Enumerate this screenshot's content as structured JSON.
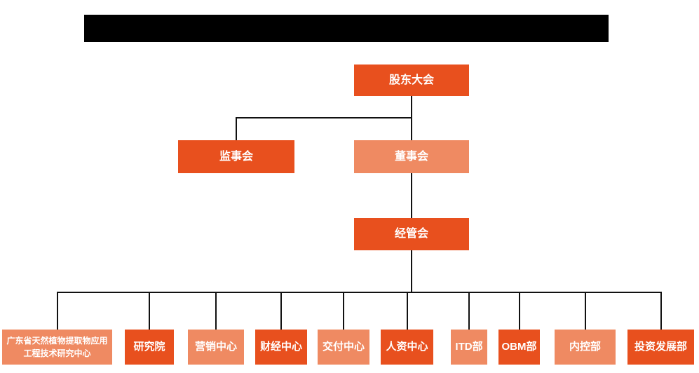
{
  "colors": {
    "primary_orange": "#E8501E",
    "secondary_orange": "#EF8A62",
    "connector_black": "#111111",
    "redacted_bar_black": "#000000",
    "background_white": "#FFFFFF",
    "box_text_white": "#FFFFFF"
  },
  "org_chart": {
    "shareholders": {
      "label": "股东大会",
      "variant": "primary"
    },
    "supervisory": {
      "label": "监事会",
      "variant": "primary"
    },
    "board": {
      "label": "董事会",
      "variant": "secondary"
    },
    "management": {
      "label": "经管会",
      "variant": "primary"
    },
    "departments": [
      {
        "label": "广东省天然植物提取物应用工程技术研究中心",
        "variant": "secondary"
      },
      {
        "label": "研究院",
        "variant": "primary"
      },
      {
        "label": "营销中心",
        "variant": "secondary"
      },
      {
        "label": "财经中心",
        "variant": "primary"
      },
      {
        "label": "交付中心",
        "variant": "secondary"
      },
      {
        "label": "人资中心",
        "variant": "primary"
      },
      {
        "label": "ITD部",
        "variant": "secondary"
      },
      {
        "label": "OBM部",
        "variant": "primary"
      },
      {
        "label": "内控部",
        "variant": "secondary"
      },
      {
        "label": "投资发展部",
        "variant": "primary"
      }
    ]
  }
}
